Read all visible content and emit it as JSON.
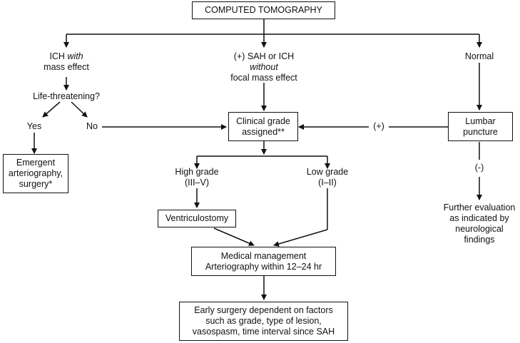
{
  "nodes": {
    "ct": "COMPUTED TOMOGRAPHY",
    "ich_mass_1": "ICH",
    "ich_mass_with": "with",
    "ich_mass_2": "mass effect",
    "sah_1": "(+) SAH or ICH",
    "sah_without": "without",
    "sah_3": "focal mass effect",
    "normal": "Normal",
    "life": "Life-threatening?",
    "yes": "Yes",
    "no": "No",
    "emergent_1": "Emergent",
    "emergent_2": "arteriography,",
    "emergent_3": "surgery*",
    "clinical_1": "Clinical grade",
    "clinical_2": "assigned**",
    "plus": "(+)",
    "lumbar_1": "Lumbar",
    "lumbar_2": "puncture",
    "minus": "(-)",
    "high_1": "High grade",
    "high_2": "(III–V)",
    "low_1": "Low grade",
    "low_2": "(I–II)",
    "ventric": "Ventriculostomy",
    "further_1": "Further evaluation",
    "further_2": "as indicated by",
    "further_3": "neurological",
    "further_4": "findings",
    "medical_1": "Medical management",
    "medical_2": "Arteriography within 12–24 hr",
    "early_1": "Early surgery dependent on factors",
    "early_2": "such as grade, type of lesion,",
    "early_3": "vasospasm, time interval since SAH"
  }
}
